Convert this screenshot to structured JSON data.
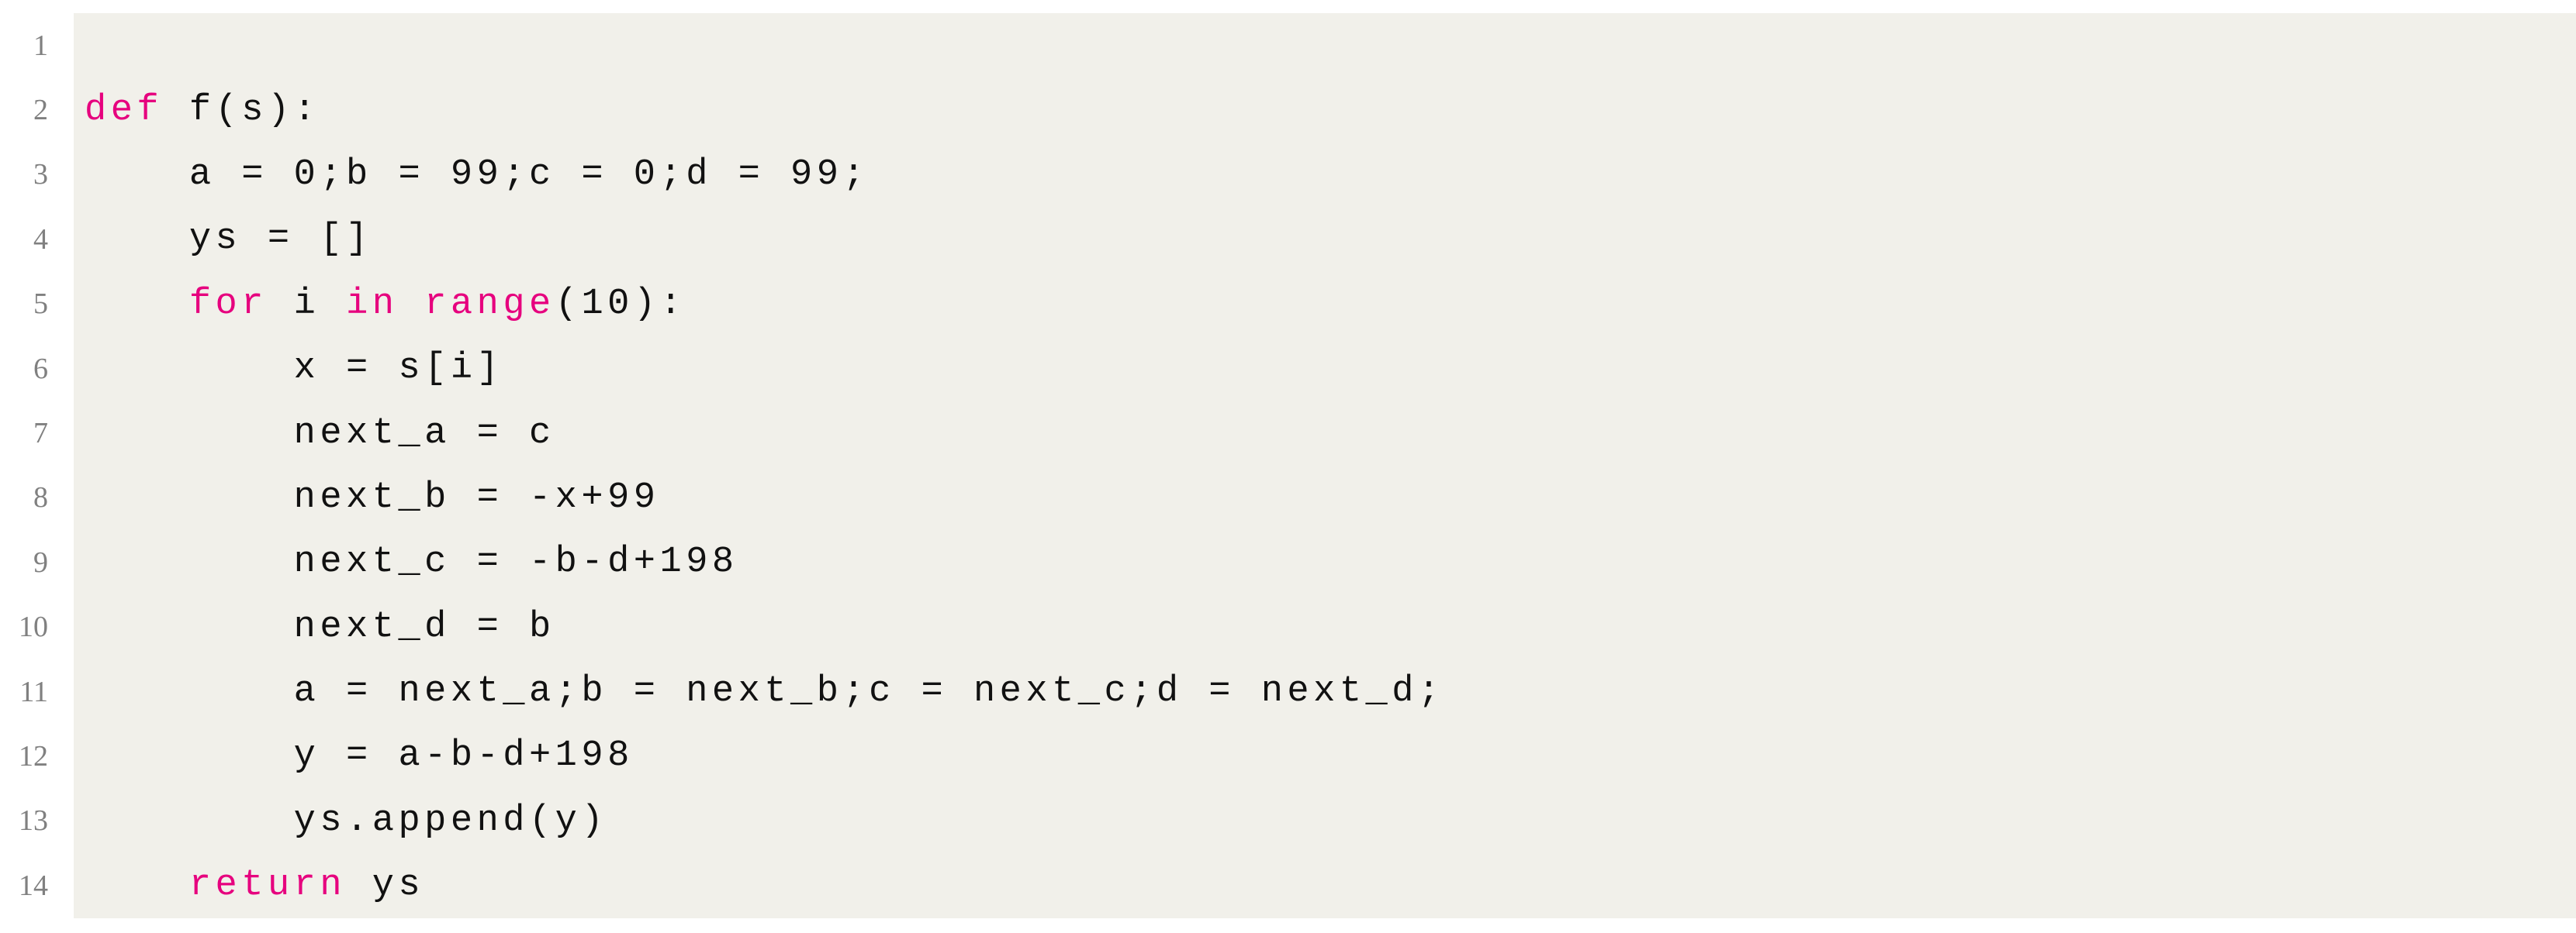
{
  "document": {
    "kind": "code-listing",
    "language": "python",
    "background_color": "#f1f0ea",
    "page_color": "#ffffff",
    "keyword_color": "#e6007e",
    "text_color": "#111111",
    "lineno_color": "#808080",
    "total_lines": 14
  },
  "code": {
    "lines": [
      {
        "number": "1",
        "tokens": []
      },
      {
        "number": "2",
        "tokens": [
          {
            "t": "def",
            "k": true
          },
          {
            "t": " f(s):",
            "k": false
          }
        ]
      },
      {
        "number": "3",
        "tokens": [
          {
            "t": "    a = 0;b = 99;c = 0;d = 99;",
            "k": false
          }
        ]
      },
      {
        "number": "4",
        "tokens": [
          {
            "t": "    ys = []",
            "k": false
          }
        ]
      },
      {
        "number": "5",
        "tokens": [
          {
            "t": "    ",
            "k": false
          },
          {
            "t": "for",
            "k": true
          },
          {
            "t": " i ",
            "k": false
          },
          {
            "t": "in",
            "k": true
          },
          {
            "t": " ",
            "k": false
          },
          {
            "t": "range",
            "k": true
          },
          {
            "t": "(10):",
            "k": false
          }
        ]
      },
      {
        "number": "6",
        "tokens": [
          {
            "t": "        x = s[i]",
            "k": false
          }
        ]
      },
      {
        "number": "7",
        "tokens": [
          {
            "t": "        next_a = c",
            "k": false
          }
        ]
      },
      {
        "number": "8",
        "tokens": [
          {
            "t": "        next_b = -x+99",
            "k": false
          }
        ]
      },
      {
        "number": "9",
        "tokens": [
          {
            "t": "        next_c = -b-d+198",
            "k": false
          }
        ]
      },
      {
        "number": "10",
        "tokens": [
          {
            "t": "        next_d = b",
            "k": false
          }
        ]
      },
      {
        "number": "11",
        "tokens": [
          {
            "t": "        a = next_a;b = next_b;c = next_c;d = next_d;",
            "k": false
          }
        ]
      },
      {
        "number": "12",
        "tokens": [
          {
            "t": "        y = a-b-d+198",
            "k": false
          }
        ]
      },
      {
        "number": "13",
        "tokens": [
          {
            "t": "        ys.append(y)",
            "k": false
          }
        ]
      },
      {
        "number": "14",
        "tokens": [
          {
            "t": "    ",
            "k": false
          },
          {
            "t": "return",
            "k": true
          },
          {
            "t": " ys",
            "k": false
          }
        ]
      }
    ]
  }
}
